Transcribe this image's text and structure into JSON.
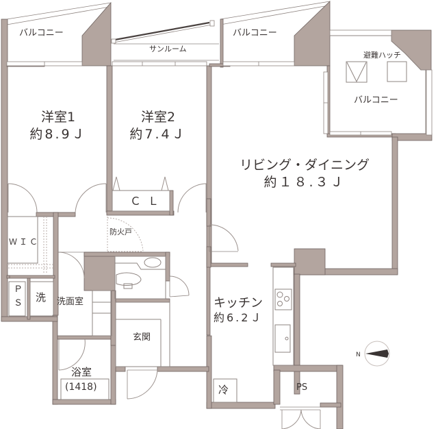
{
  "floor_plan": {
    "colors": {
      "wall": "#b3a59f",
      "wall_outline": "#6e6360",
      "text": "#3a3433",
      "background": "#ffffff"
    },
    "rooms": {
      "western_room_1": {
        "name": "洋室1",
        "area": "約8.9Ｊ"
      },
      "western_room_2": {
        "name": "洋室2",
        "area": "約7.4Ｊ"
      },
      "living_dining": {
        "name": "リビング・ダイニング",
        "area": "約１８.３Ｊ"
      },
      "kitchen": {
        "name": "キッチン",
        "area": "約6.2Ｊ"
      },
      "washroom": {
        "name": "洗面室"
      },
      "bathroom": {
        "name": "浴室",
        "unit_size": "(1418)"
      },
      "entrance": {
        "name": "玄関"
      }
    },
    "balconies": {
      "left": "バルコニー",
      "middle": "バルコニー",
      "right": "バルコニー",
      "sunroom": "サンルーム",
      "evacuation_hatch": "避難ハッチ"
    },
    "fixtures": {
      "closet": "ＣＬ",
      "walk_in_closet": "ＷＩＣ",
      "pipe_space_left": "Ｐ\nＳ",
      "pipe_space_left_top": "Ｐ",
      "pipe_space_left_bottom": "Ｓ",
      "pipe_space_right": "PS",
      "washing_machine": "洗",
      "refrigerator": "冷",
      "fire_door": "防火戸"
    },
    "compass": {
      "label": "N",
      "direction": "west"
    }
  }
}
